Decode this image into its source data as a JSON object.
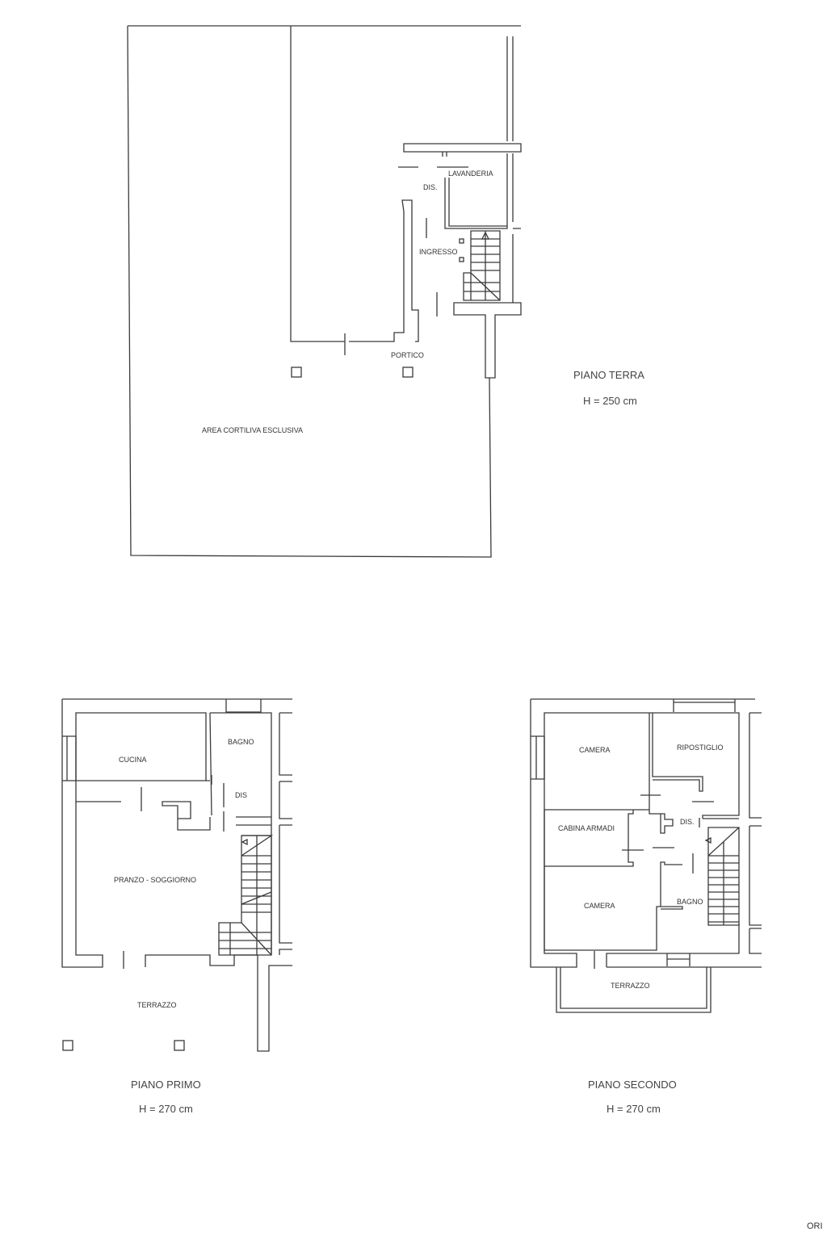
{
  "ground_floor": {
    "title": "PIANO TERRA",
    "height": "H = 250 cm",
    "rooms": {
      "lavanderia": "LAVANDERIA",
      "dis": "DIS.",
      "ingresso": "INGRESSO",
      "portico": "PORTICO",
      "area": "AREA CORTILIVA ESCLUSIVA"
    }
  },
  "first_floor": {
    "title": "PIANO PRIMO",
    "height": "H = 270 cm",
    "rooms": {
      "cucina": "CUCINA",
      "bagno": "BAGNO",
      "dis": "DIS",
      "soggiorno": "PRANZO - SOGGIORNO",
      "terrazzo": "TERRAZZO"
    }
  },
  "second_floor": {
    "title": "PIANO SECONDO",
    "height": "H = 270 cm",
    "rooms": {
      "camera1": "CAMERA",
      "ripostiglio": "RIPOSTIGLIO",
      "cabina": "CABINA ARMADI",
      "dis": "DIS.",
      "camera2": "CAMERA",
      "bagno": "BAGNO",
      "terrazzo": "TERRAZZO"
    }
  },
  "corner_text": "ORI"
}
